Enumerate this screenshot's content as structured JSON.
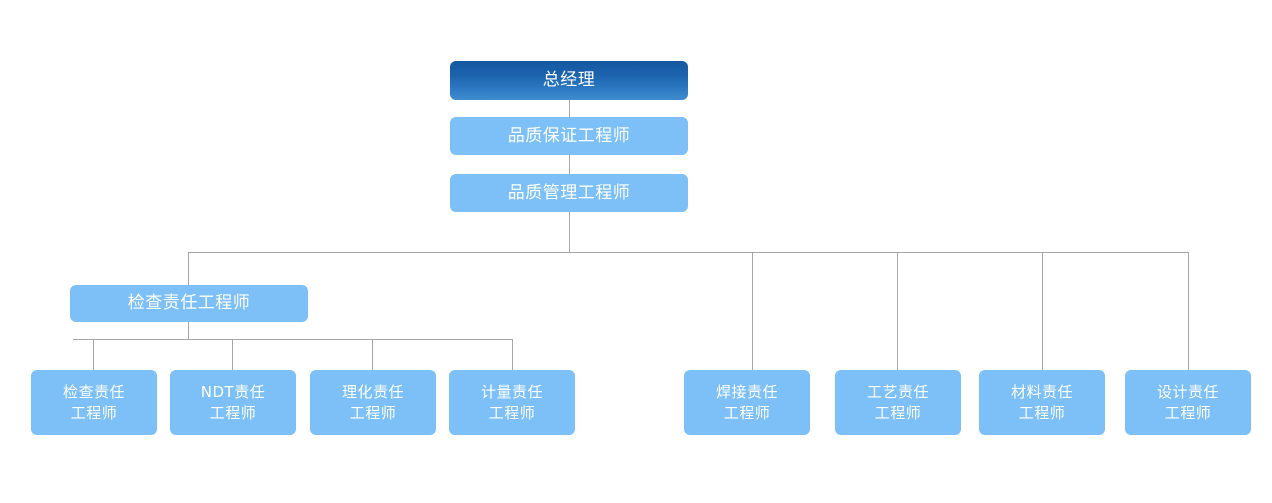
{
  "chart_data": {
    "type": "diagram",
    "title": "",
    "subtype": "organizational-chart",
    "orientation": "top-down",
    "background_color": "#ffffff",
    "connector_color": "#a6a6a6",
    "node_colors": {
      "root": "#13589f",
      "root_gradient_end": "#3f8ccf",
      "standard": "#7cc0f7",
      "text": "#ffffff"
    },
    "nodes": [
      {
        "id": "n1",
        "label": "总经理",
        "level": 0,
        "style": "root"
      },
      {
        "id": "n2",
        "label": "品质保证工程师",
        "level": 1,
        "style": "light"
      },
      {
        "id": "n3",
        "label": "品质管理工程师",
        "level": 2,
        "style": "light"
      },
      {
        "id": "n4",
        "label": "检查责任工程师",
        "level": 3,
        "style": "light"
      },
      {
        "id": "n5",
        "label": "检查责任\n工程师",
        "level": 4,
        "style": "light"
      },
      {
        "id": "n6",
        "label": "NDT责任\n工程师",
        "level": 4,
        "style": "light"
      },
      {
        "id": "n7",
        "label": "理化责任\n工程师",
        "level": 4,
        "style": "light"
      },
      {
        "id": "n8",
        "label": "计量责任\n工程师",
        "level": 4,
        "style": "light"
      },
      {
        "id": "n9",
        "label": "焊接责任\n工程师",
        "level": 4,
        "style": "light"
      },
      {
        "id": "n10",
        "label": "工艺责任\n工程师",
        "level": 4,
        "style": "light"
      },
      {
        "id": "n11",
        "label": "材料责任\n工程师",
        "level": 4,
        "style": "light"
      },
      {
        "id": "n12",
        "label": "设计责任\n工程师",
        "level": 4,
        "style": "light"
      }
    ],
    "edges": [
      {
        "from": "n1",
        "to": "n2"
      },
      {
        "from": "n2",
        "to": "n3"
      },
      {
        "from": "n3",
        "to": "n4"
      },
      {
        "from": "n3",
        "to": "n9"
      },
      {
        "from": "n3",
        "to": "n10"
      },
      {
        "from": "n3",
        "to": "n11"
      },
      {
        "from": "n3",
        "to": "n12"
      },
      {
        "from": "n4",
        "to": "n5"
      },
      {
        "from": "n4",
        "to": "n6"
      },
      {
        "from": "n4",
        "to": "n7"
      },
      {
        "from": "n4",
        "to": "n8"
      }
    ]
  },
  "diagram": {
    "root": {
      "label": "总经理"
    },
    "chain": [
      {
        "label": "品质保证工程师"
      },
      {
        "label": "品质管理工程师"
      }
    ],
    "inspection_branch": {
      "label": "检查责任工程师"
    },
    "inspection_children": [
      {
        "label": "检查责任\n工程师"
      },
      {
        "label": "NDT责任\n工程师"
      },
      {
        "label": "理化责任\n工程师"
      },
      {
        "label": "计量责任\n工程师"
      }
    ],
    "other_branches": [
      {
        "label": "焊接责任\n工程师"
      },
      {
        "label": "工艺责任\n工程师"
      },
      {
        "label": "材料责任\n工程师"
      },
      {
        "label": "设计责任\n工程师"
      }
    ]
  }
}
